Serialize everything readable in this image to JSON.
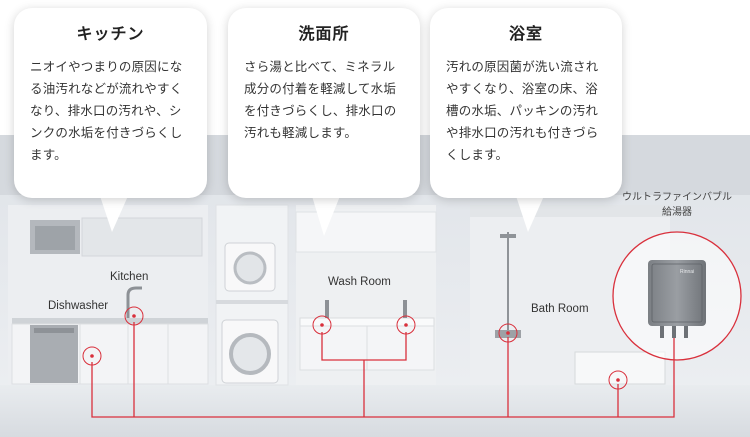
{
  "bubbles": {
    "kitchen": {
      "title": "キッチン",
      "text": "ニオイやつまりの原因になる油汚れなどが流れやすくなり、排水口の汚れや、シンクの水垢を付きづらくします。"
    },
    "washroom": {
      "title": "洗面所",
      "text": "さら湯と比べて、ミネラル成分の付着を軽減して水垢を付きづらくし、排水口の汚れも軽減します。"
    },
    "bathroom": {
      "title": "浴室",
      "text": "汚れの原因菌が洗い流されやすくなり、浴室の床、浴槽の水垢、パッキンの汚れや排水口の汚れも付きづらくします。"
    }
  },
  "labels": {
    "kitchen": "Kitchen",
    "dishwasher": "Dishwasher",
    "wash_room": "Wash Room",
    "bath_room": "Bath Room",
    "heater_line1": "ウルトラファインバブル",
    "heater_line2": "給湯器",
    "heater_brand": "Rinnai"
  },
  "colors": {
    "pipe": "#d9303c",
    "wall": "#e6e9ed",
    "background": "#ffffff"
  }
}
